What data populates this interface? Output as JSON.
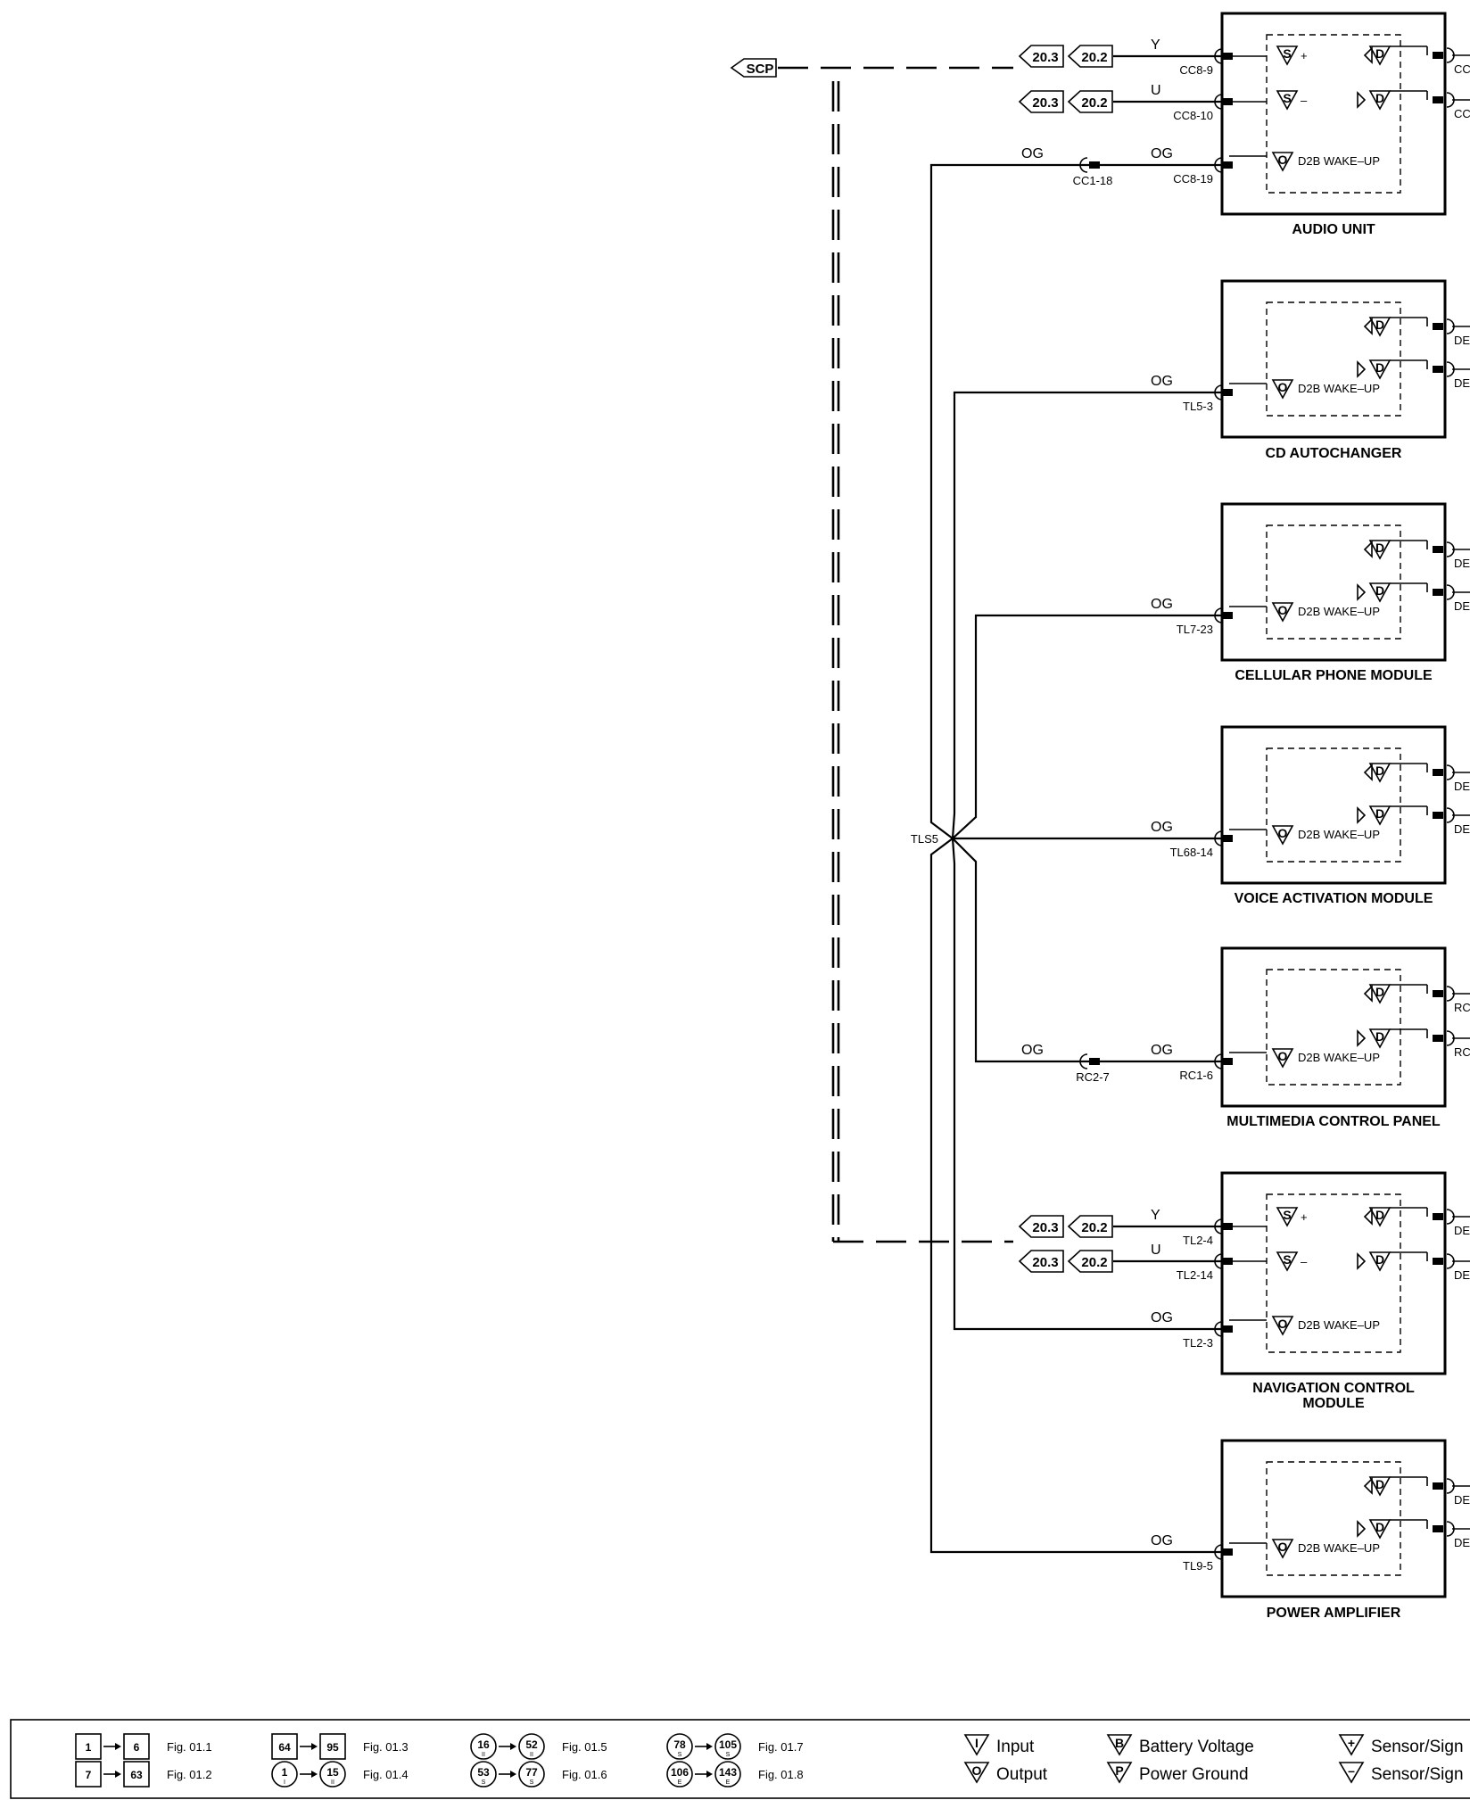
{
  "wire_colors": {
    "y": "Y",
    "u": "U",
    "og": "OG"
  },
  "scp": {
    "label": "SCP"
  },
  "splice": {
    "label": "TLS5"
  },
  "ref": {
    "a": "20.3",
    "b": "20.2"
  },
  "symbols": {
    "s": "S",
    "d": "D",
    "o": "O",
    "plus": "+",
    "minus": "–",
    "wake": "D2B WAKE–UP"
  },
  "modules": [
    {
      "name_lines": [
        "AUDIO UNIT"
      ],
      "pins": {
        "y": "CC8-9",
        "u": "CC8-10",
        "og": "CC8-19"
      },
      "inline_connector": "CC1-18",
      "right_pins": [
        "CC",
        "CC"
      ]
    },
    {
      "name_lines": [
        "CD AUTOCHANGER"
      ],
      "pins": {
        "og": "TL5-3"
      },
      "right_pins": [
        "DE",
        "DE"
      ]
    },
    {
      "name_lines": [
        "CELLULAR PHONE MODULE"
      ],
      "pins": {
        "og": "TL7-23"
      },
      "right_pins": [
        "DE",
        "DE"
      ]
    },
    {
      "name_lines": [
        "VOICE ACTIVATION MODULE"
      ],
      "pins": {
        "og": "TL68-14"
      },
      "right_pins": [
        "DE",
        "DE"
      ]
    },
    {
      "name_lines": [
        "MULTIMEDIA CONTROL PANEL"
      ],
      "pins": {
        "og": "RC1-6"
      },
      "inline_connector": "RC2-7",
      "right_pins": [
        "RC",
        "RC"
      ]
    },
    {
      "name_lines": [
        "NAVIGATION CONTROL",
        "MODULE"
      ],
      "pins": {
        "y": "TL2-4",
        "u": "TL2-14",
        "og": "TL2-3"
      },
      "right_pins": [
        "DE",
        "DE"
      ]
    },
    {
      "name_lines": [
        "POWER AMPLIFIER"
      ],
      "pins": {
        "og": "TL9-5"
      },
      "right_pins": [
        "DE",
        "DE"
      ]
    }
  ],
  "legend": {
    "figs": [
      {
        "shape": "square",
        "from": "1",
        "from_sub": "",
        "to": "6",
        "to_sub": "",
        "label": "Fig. 01.1"
      },
      {
        "shape": "square",
        "from": "7",
        "from_sub": "",
        "to": "63",
        "to_sub": "",
        "label": "Fig. 01.2"
      },
      {
        "shape": "square",
        "from": "64",
        "from_sub": "",
        "to": "95",
        "to_sub": "",
        "label": "Fig. 01.3"
      },
      {
        "shape": "circle",
        "from": "1",
        "from_sub": "I",
        "to": "15",
        "to_sub": "II",
        "label": "Fig. 01.4"
      },
      {
        "shape": "circle",
        "from": "16",
        "from_sub": "II",
        "to": "52",
        "to_sub": "II",
        "label": "Fig. 01.5"
      },
      {
        "shape": "circle",
        "from": "53",
        "from_sub": "S",
        "to": "77",
        "to_sub": "S",
        "label": "Fig. 01.6"
      },
      {
        "shape": "circle",
        "from": "78",
        "from_sub": "S",
        "to": "105",
        "to_sub": "S",
        "label": "Fig. 01.7"
      },
      {
        "shape": "circle",
        "from": "106",
        "from_sub": "E",
        "to": "143",
        "to_sub": "E",
        "label": "Fig. 01.8"
      }
    ],
    "symbols": [
      {
        "sym": "I",
        "label": "Input"
      },
      {
        "sym": "O",
        "label": "Output"
      },
      {
        "sym": "B",
        "label": "Battery Voltage"
      },
      {
        "sym": "P",
        "label": "Power Ground"
      },
      {
        "sym": "+",
        "label": "Sensor/Sign"
      },
      {
        "sym": "–",
        "label": "Sensor/Sign"
      }
    ]
  },
  "colors": {
    "ink": "#000000",
    "paper": "#ffffff"
  }
}
